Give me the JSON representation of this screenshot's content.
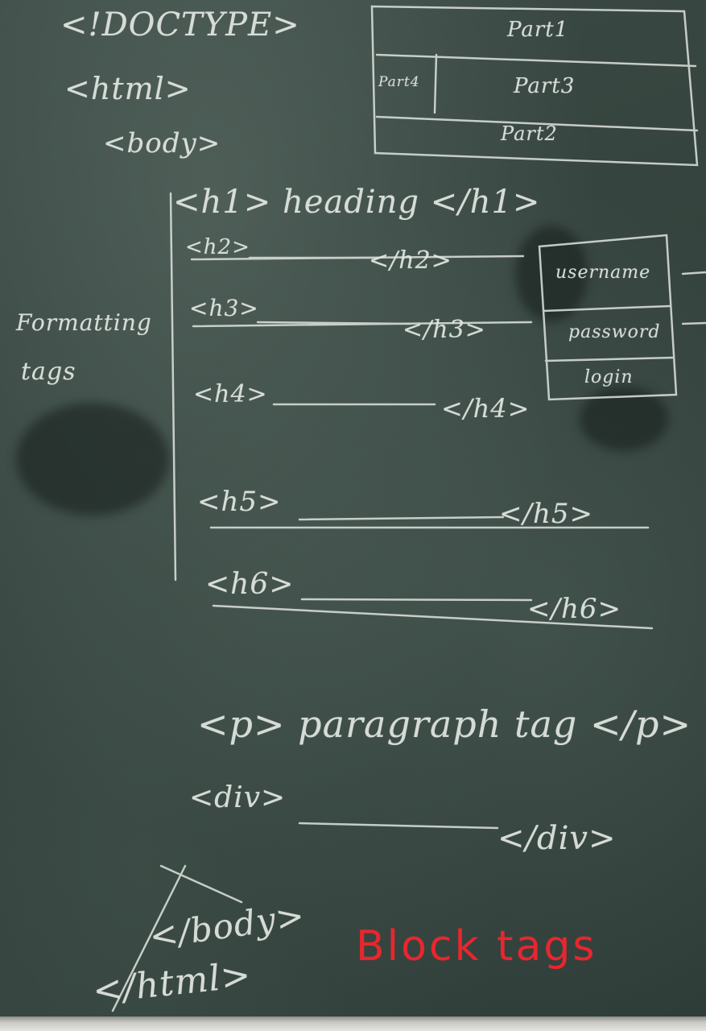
{
  "board": {
    "doctype": "<!DOCTYPE>",
    "html_open": "<html>",
    "body_open": "<body>",
    "h1_line": "<h1> heading </h1>",
    "h2_open": "<h2>",
    "h2_close": "</h2>",
    "h3_open": "<h3>",
    "h3_close": "</h3>",
    "h4_open": "<h4>",
    "h4_close": "</h4>",
    "h5_open": "<h5>",
    "h5_close": "</h5>",
    "h6_open": "<h6>",
    "h6_close": "</h6>",
    "side_label_1": "Formatting",
    "side_label_2": "tags",
    "p_line": "<p> paragraph tag </p>",
    "div_open": "<div>",
    "div_close": "</div>",
    "body_close": "</body>",
    "html_close": "</html>"
  },
  "layout_box": {
    "part1": "Part1",
    "part3": "Part3",
    "part4": "Part4",
    "part2": "Part2"
  },
  "login_box": {
    "username": "username",
    "password": "password",
    "login": "login"
  },
  "caption": "Block tags",
  "colors": {
    "board": "#34423d",
    "chalk": "#e4e8e3",
    "caption": "#e8262f"
  }
}
